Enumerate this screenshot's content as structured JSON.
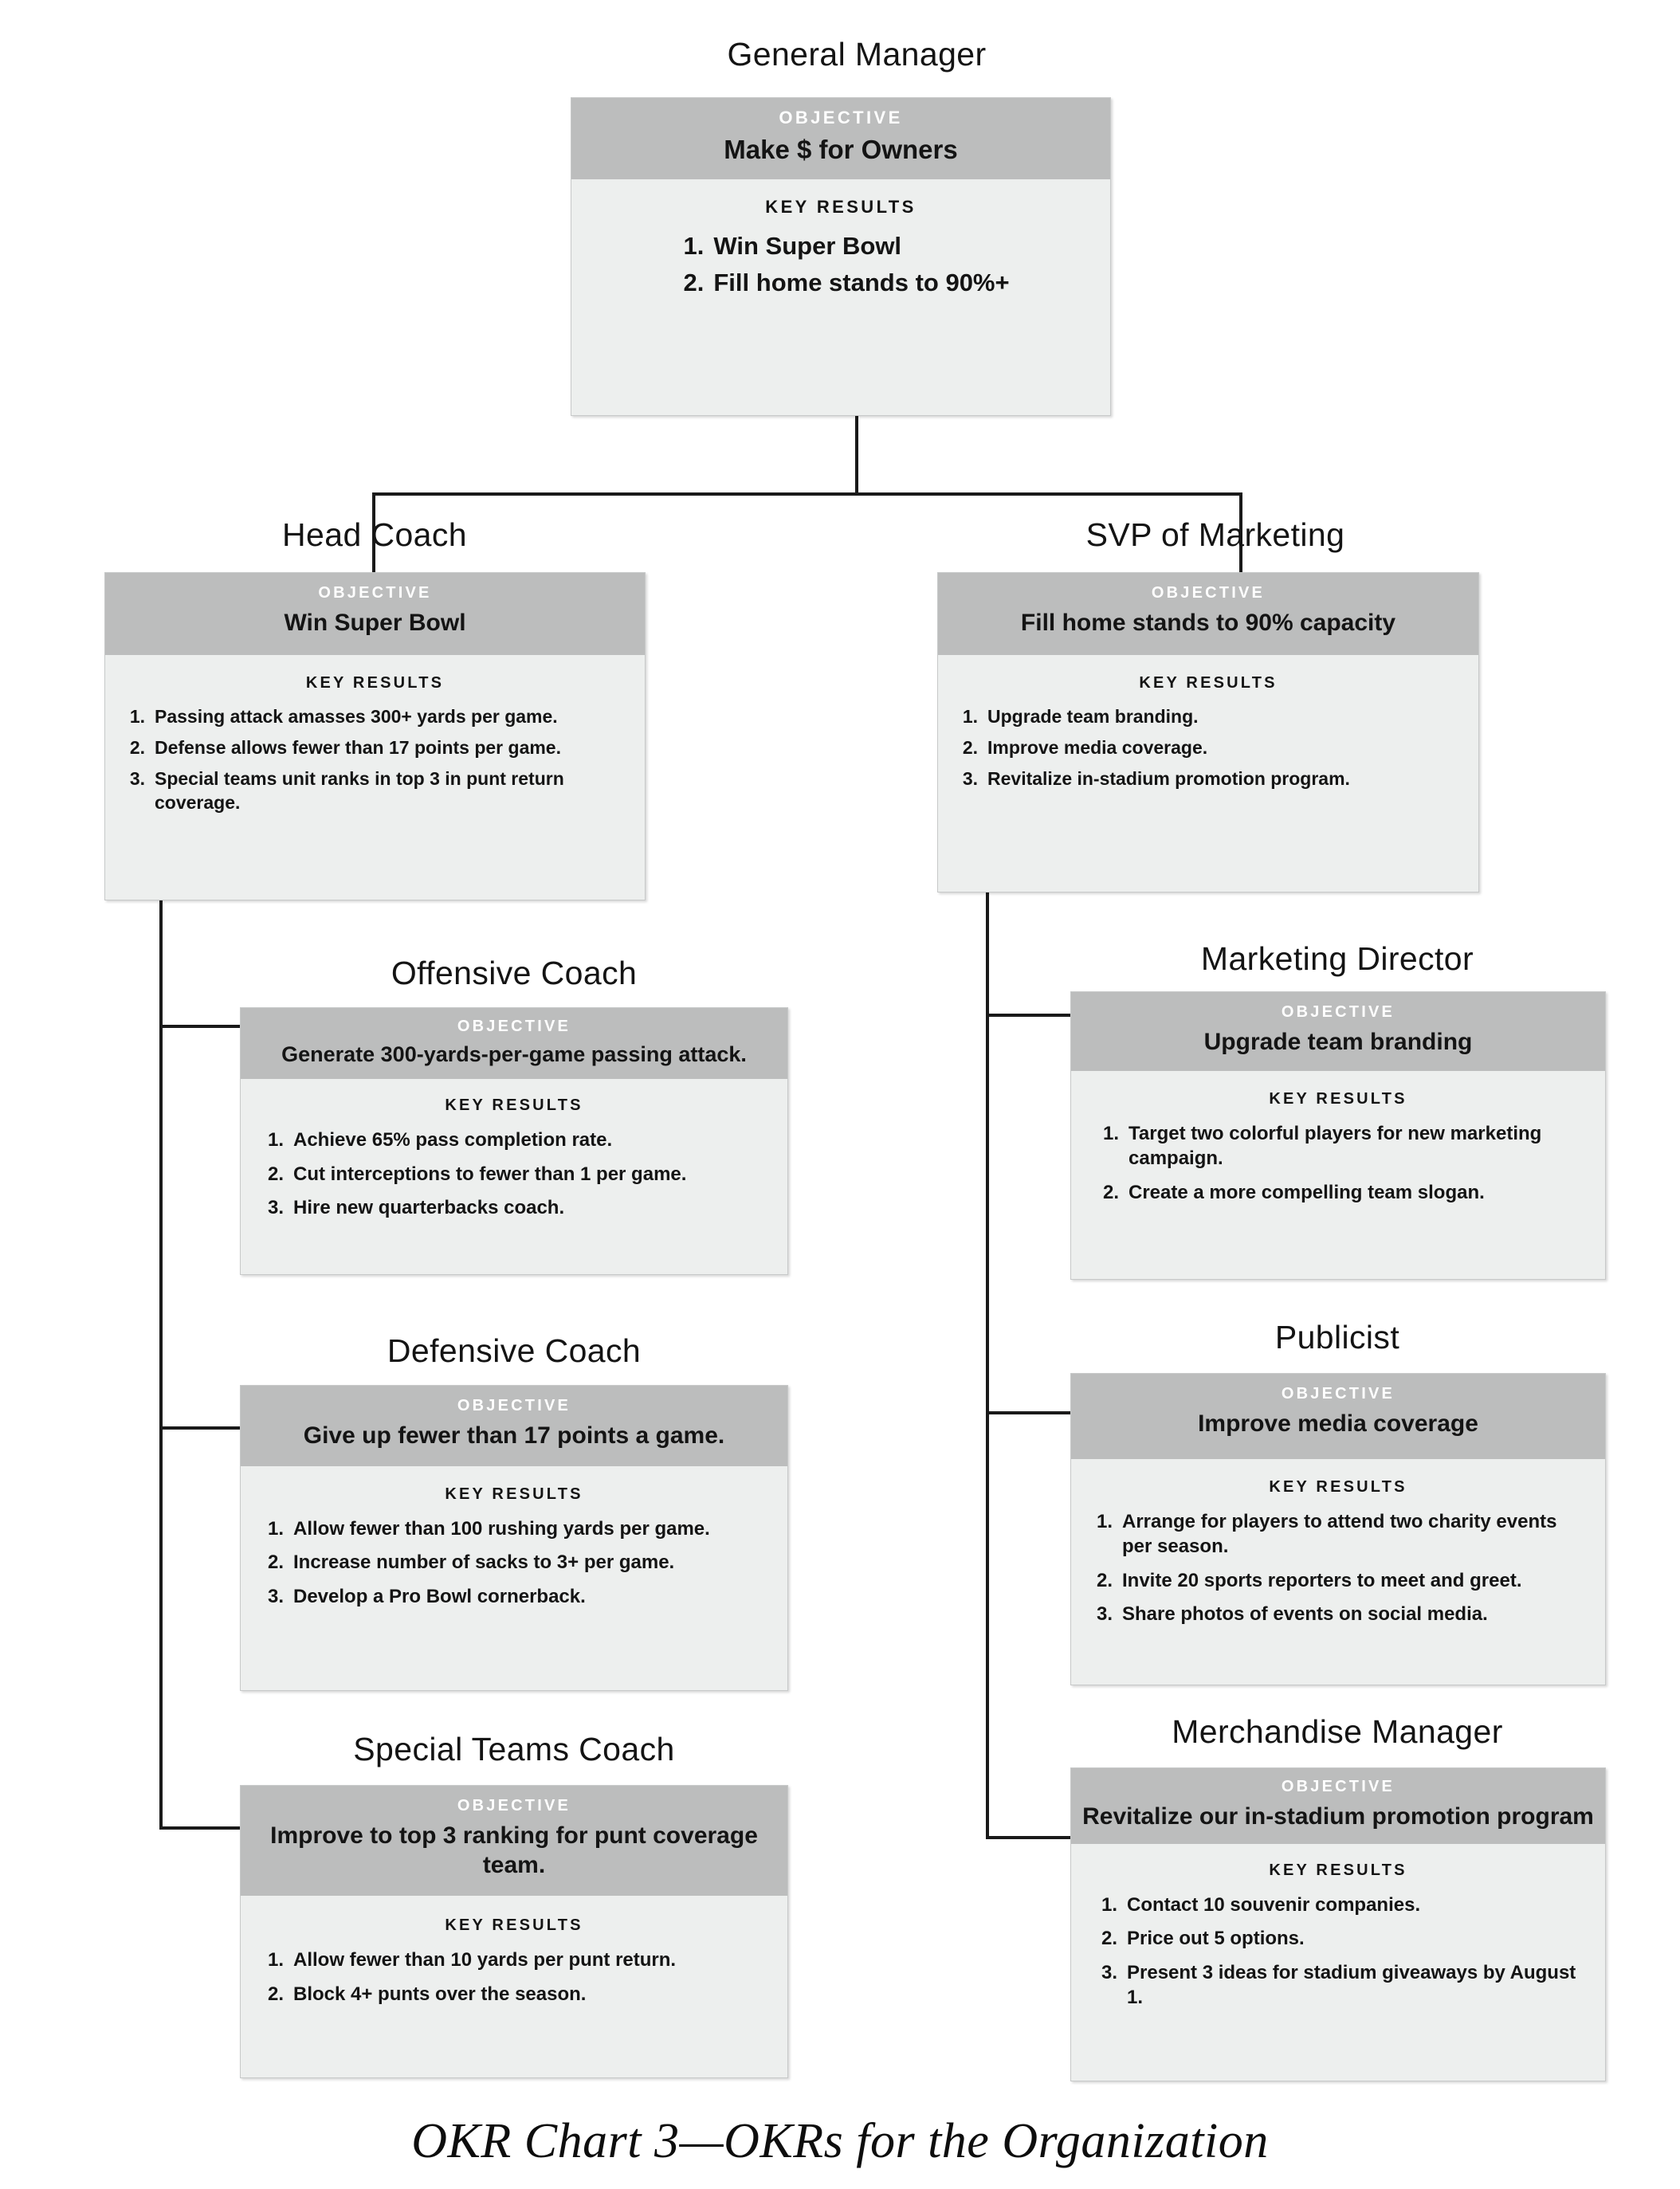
{
  "chart_data": {
    "type": "diagram",
    "title": "OKR Chart 3—OKRs for the Organization",
    "diagram_kind": "org-chart-okr-cascade",
    "section_labels": {
      "objective": "OBJECTIVE",
      "key_results": "KEY RESULTS"
    },
    "colors": {
      "objective_band": "#bcbdbd",
      "key_results_band": "#edefee",
      "card_border": "#c7c9c9",
      "connector": "#1a1a1a",
      "objective_label_text": "#ffffff",
      "body_text": "#141414",
      "page_background": "#ffffff"
    },
    "nodes": [
      {
        "id": "general-manager",
        "role": "General Manager",
        "level": 1,
        "objective": "Make $ for Owners",
        "key_results": [
          "Win Super Bowl",
          "Fill home stands to 90%+"
        ]
      },
      {
        "id": "head-coach",
        "role": "Head Coach",
        "level": 2,
        "parent": "general-manager",
        "objective": "Win Super Bowl",
        "key_results": [
          "Passing attack amasses 300+ yards per game.",
          "Defense allows fewer than 17 points per game.",
          "Special teams unit ranks in top 3 in punt return coverage."
        ]
      },
      {
        "id": "svp-of-marketing",
        "role": "SVP of Marketing",
        "level": 2,
        "parent": "general-manager",
        "objective": "Fill home stands to 90% capacity",
        "key_results": [
          "Upgrade team branding.",
          "Improve media coverage.",
          "Revitalize in-stadium promotion program."
        ]
      },
      {
        "id": "offensive-coach",
        "role": "Offensive Coach",
        "level": 3,
        "parent": "head-coach",
        "objective": "Generate 300-yards-per-game passing attack.",
        "key_results": [
          "Achieve 65% pass completion rate.",
          "Cut interceptions to fewer than 1 per game.",
          "Hire new quarterbacks coach."
        ]
      },
      {
        "id": "defensive-coach",
        "role": "Defensive Coach",
        "level": 3,
        "parent": "head-coach",
        "objective": "Give up fewer than 17 points a game.",
        "key_results": [
          "Allow fewer than 100 rushing yards per game.",
          "Increase number of sacks to 3+ per game.",
          "Develop a Pro Bowl cornerback."
        ]
      },
      {
        "id": "special-teams-coach",
        "role": "Special Teams Coach",
        "level": 3,
        "parent": "head-coach",
        "objective": "Improve to top 3 ranking for punt coverage team.",
        "key_results": [
          "Allow fewer than 10 yards per punt return.",
          "Block 4+ punts over the season."
        ]
      },
      {
        "id": "marketing-director",
        "role": "Marketing Director",
        "level": 3,
        "parent": "svp-of-marketing",
        "objective": "Upgrade team branding",
        "key_results": [
          "Target two colorful players for new marketing campaign.",
          "Create a more compelling team slogan."
        ]
      },
      {
        "id": "publicist",
        "role": "Publicist",
        "level": 3,
        "parent": "svp-of-marketing",
        "objective": "Improve media coverage",
        "key_results": [
          "Arrange for players to attend two charity events per season.",
          "Invite 20 sports reporters to meet and greet.",
          "Share photos of events on social media."
        ]
      },
      {
        "id": "merchandise-manager",
        "role": "Merchandise Manager",
        "level": 3,
        "parent": "svp-of-marketing",
        "objective": "Revitalize our in-stadium promotion program",
        "key_results": [
          "Contact 10 souvenir companies.",
          "Price out 5 options.",
          "Present 3 ideas for stadium giveaways by August 1."
        ]
      }
    ],
    "numbering": [
      "1.",
      "2.",
      "3."
    ]
  },
  "labels": {
    "objective": "OBJECTIVE",
    "key_results": "KEY RESULTS",
    "n1": "1.",
    "n2": "2.",
    "n3": "3."
  },
  "caption": "OKR Chart 3—OKRs for the Organization"
}
